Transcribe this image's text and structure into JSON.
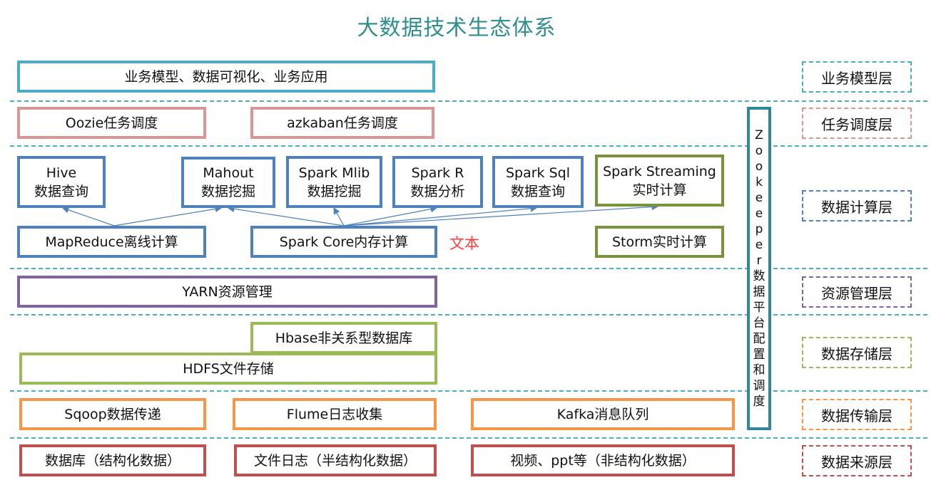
{
  "title": "大数据技术生态体系",
  "business": {
    "apps": "业务模型、数据可视化、业务应用"
  },
  "scheduling": {
    "oozie": "Oozie任务调度",
    "azkaban": "azkaban任务调度"
  },
  "compute": {
    "hive": {
      "name": "Hive",
      "desc": "数据查询"
    },
    "mahout": {
      "name": "Mahout",
      "desc": "数据挖掘"
    },
    "spark_mlib": {
      "name": "Spark Mlib",
      "desc": "数据挖掘"
    },
    "spark_r": {
      "name": "Spark R",
      "desc": "数据分析"
    },
    "spark_sql": {
      "name": "Spark Sql",
      "desc": "数据查询"
    },
    "spark_streaming": {
      "name": "Spark Streaming",
      "desc": "实时计算"
    },
    "mapreduce": "MapReduce离线计算",
    "spark_core": "Spark Core内存计算",
    "storm": "Storm实时计算",
    "annotation": "文本"
  },
  "resource": {
    "yarn": "YARN资源管理"
  },
  "storage": {
    "hbase": "Hbase非关系型数据库",
    "hdfs": "HDFS文件存储"
  },
  "transport": {
    "sqoop": "Sqoop数据传递",
    "flume": "Flume日志收集",
    "kafka": "Kafka消息队列"
  },
  "sources": {
    "db": "数据库（结构化数据）",
    "logs": "文件日志（半结构化数据）",
    "media": "视频、ppt等（非结构化数据）"
  },
  "zookeeper": [
    "Z",
    "o",
    "o",
    "k",
    "e",
    "e",
    "p",
    "e",
    "r",
    "数",
    "据",
    "平",
    "台",
    "配",
    "置",
    "和",
    "调",
    "度"
  ],
  "layers": {
    "business": "业务模型层",
    "scheduling": "任务调度层",
    "compute": "数据计算层",
    "resource": "资源管理层",
    "storage": "数据存储层",
    "transport": "数据传输层",
    "source": "数据来源层"
  },
  "colors": {
    "title": "#2f8f8d",
    "separator": "#4bacc6",
    "business": "#4bacc6",
    "scheduling": "#d99694",
    "compute": "#4f81bd",
    "streaming": "#77933c",
    "resource": "#8064a2",
    "storage": "#9bbb59",
    "transport": "#f79646",
    "source": "#c0504d",
    "zookeeper": "#31859c",
    "annotation": "#ff3b3b"
  }
}
